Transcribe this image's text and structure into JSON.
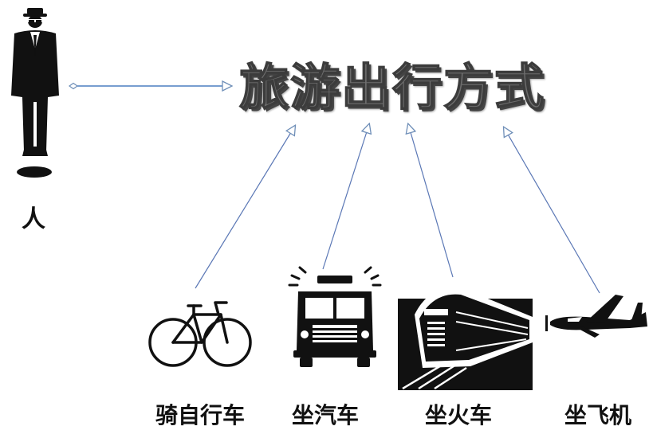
{
  "diagram": {
    "title": "旅游出行方式",
    "person_label": "人",
    "modes": [
      {
        "label": "骑自行车",
        "icon": "bicycle-icon"
      },
      {
        "label": "坐汽车",
        "icon": "fire-truck-icon"
      },
      {
        "label": "坐火车",
        "icon": "train-icon"
      },
      {
        "label": "坐飞机",
        "icon": "airplane-icon"
      }
    ],
    "colors": {
      "arrow": "#4a7fc1",
      "title_fill": "#6d6d6d",
      "icon": "#111111"
    }
  }
}
